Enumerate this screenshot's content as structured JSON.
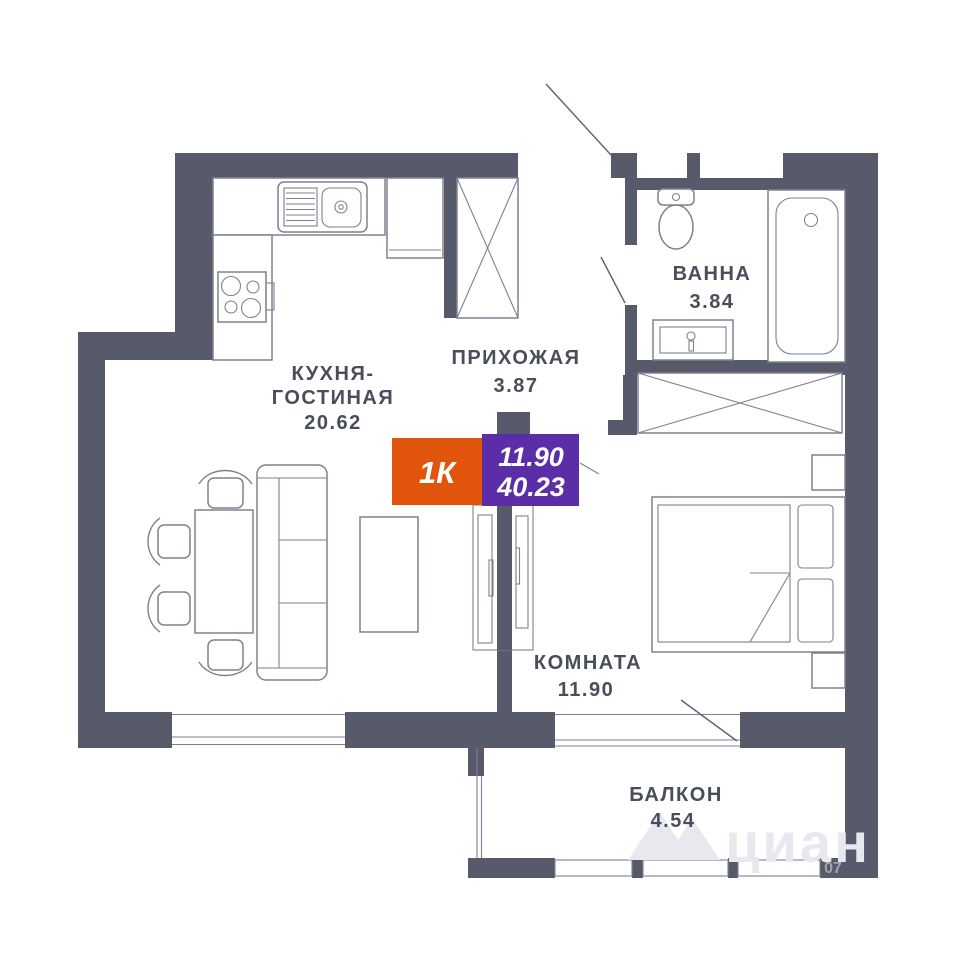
{
  "plan": {
    "badge": {
      "type": "1К",
      "room_area": "11.90",
      "total_area": "40.23"
    },
    "rooms": {
      "kitchen_living": {
        "name_line1": "КУХНЯ-",
        "name_line2": "ГОСТИНАЯ",
        "area": "20.62"
      },
      "hallway": {
        "name": "ПРИХОЖАЯ",
        "area": "3.87"
      },
      "bathroom": {
        "name": "ВАННА",
        "area": "3.84"
      },
      "bedroom": {
        "name": "КОМНАТА",
        "area": "11.90"
      },
      "balcony": {
        "name": "БАЛКОН",
        "area": "4.54"
      }
    },
    "watermark": {
      "text": "циан",
      "suffix": "07"
    }
  },
  "colors": {
    "wall": "#575A6B",
    "outline": "#7E828F",
    "label": "#494E5B",
    "badge_orange": "#E0540B",
    "badge_purple": "#5B2DA7",
    "badge_text": "#FFFFFF",
    "watermark": "#E7E9EF"
  }
}
